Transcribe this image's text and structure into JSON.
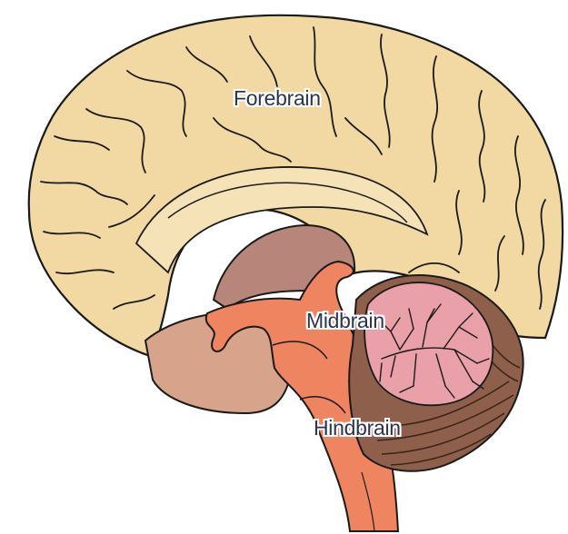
{
  "labels": {
    "forebrain": "Forebrain",
    "midbrain": "Midbrain",
    "hindbrain": "Hindbrain"
  },
  "colors": {
    "cerebrum": "#f2d9a3",
    "cerebrum_shadow": "#e7c587",
    "thalamus": "#b8857a",
    "hypothalamus_region": "#d7a38a",
    "brainstem": "#ef8560",
    "cerebellum_outer": "#8e5f4a",
    "cerebellum_inner": "#e9a0a8",
    "outline": "#1a1a1a",
    "label_text": "#2b3550"
  }
}
